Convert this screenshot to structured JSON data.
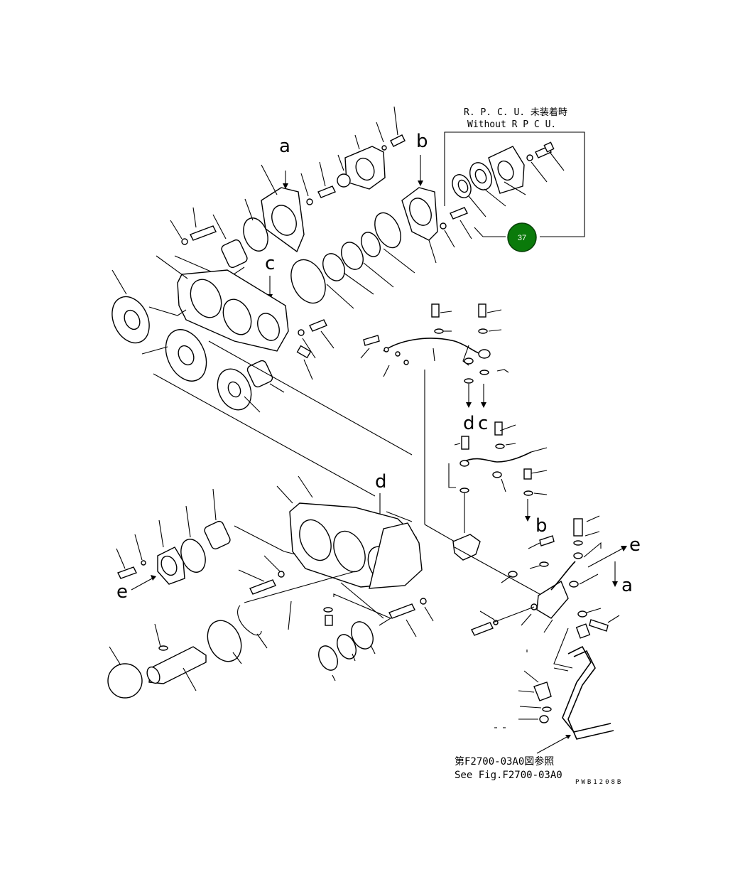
{
  "diagram": {
    "callouts": [
      "a",
      "b",
      "c",
      "d",
      "e"
    ],
    "inset": {
      "title_jp": "R. P. C. U. 未装着時",
      "title_en": "Without R P C U.",
      "badge_number": "37",
      "badge_color": "#0a7a0a"
    },
    "reference": {
      "jp": "第F2700-03A0図参照",
      "en": "See Fig.F2700-03A0"
    },
    "drawing_code": "PWB1208B"
  }
}
